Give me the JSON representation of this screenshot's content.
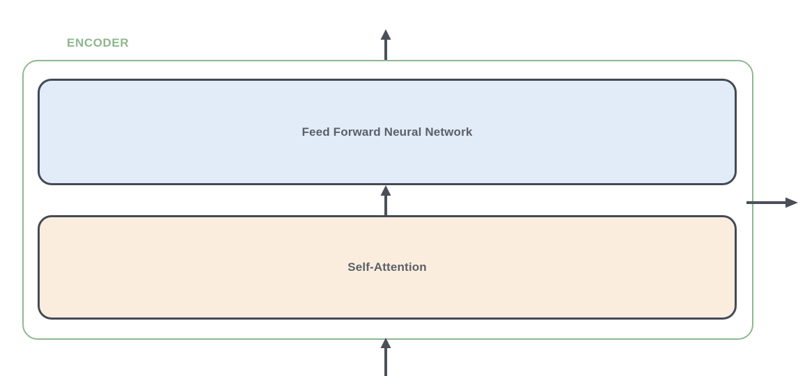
{
  "diagram": {
    "type": "transformer-encoder-block",
    "encoder": {
      "label": "ENCODER",
      "border_color": "#8fb790",
      "label_color": "#8fb68d"
    },
    "layers": [
      {
        "id": "feed-forward",
        "label": "Feed Forward Neural Network",
        "fill_color": "#e2ecf8",
        "border_color": "#444a54"
      },
      {
        "id": "self-attention",
        "label": "Self-Attention",
        "fill_color": "#fbeddd",
        "border_color": "#444a54"
      }
    ],
    "arrows": [
      {
        "id": "input-arrow",
        "name": "arrow-up-into-encoder",
        "direction": "up",
        "color": "#4a4f58"
      },
      {
        "id": "attn-to-ffnn-arrow",
        "name": "arrow-up-attention-to-ffnn",
        "direction": "up",
        "color": "#4a4f58"
      },
      {
        "id": "output-arrow-top",
        "name": "arrow-up-out-of-encoder",
        "direction": "up",
        "color": "#4a4f58"
      },
      {
        "id": "output-arrow-right",
        "name": "arrow-right-out-of-encoder",
        "direction": "right",
        "color": "#4a4f58"
      }
    ],
    "text_color": "#5a6069",
    "background_color": "#ffffff"
  }
}
